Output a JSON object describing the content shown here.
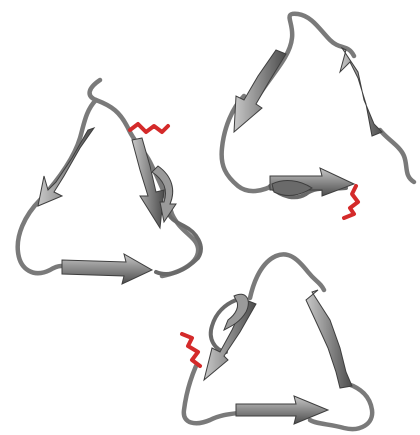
{
  "figure": {
    "subject": "protein-ribbon-cartoon",
    "count": 3,
    "structures": [
      {
        "id": "trimer-unit-1",
        "sidechain": "red-stick-residue"
      },
      {
        "id": "trimer-unit-2",
        "sidechain": "red-stick-residue"
      },
      {
        "id": "trimer-unit-3",
        "sidechain": "red-stick-residue"
      }
    ]
  },
  "colors": {
    "background": "#ffffff",
    "ribbon": "#808080",
    "ribbon_dark": "#4a4a4a",
    "ribbon_light": "#b8b8b8",
    "sidechain": "#d42a2a",
    "sidechain_dark": "#8e1111"
  }
}
